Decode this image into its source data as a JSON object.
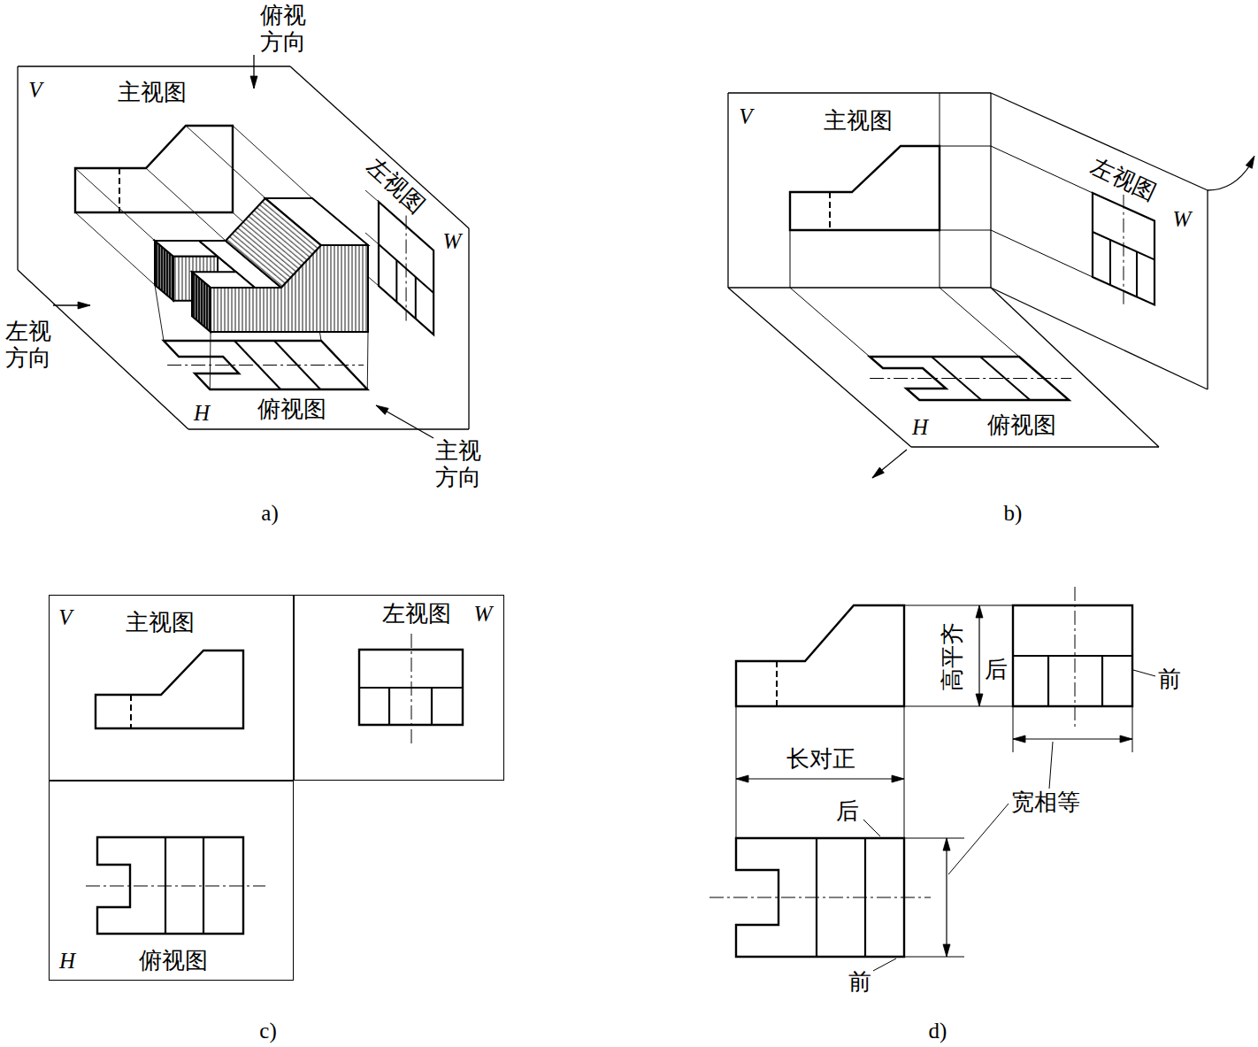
{
  "diagram": {
    "nodes": [
      {
        "text": [
          "V",
          "主视图"
        ]
      },
      {
        "text": [
          "左视图",
          "W"
        ]
      },
      {
        "text": [
          "H",
          "俯视图"
        ]
      }
    ],
    "labels": [
      "俯视 方向",
      "V",
      "主视图",
      "左视图",
      "W",
      "左视 方向",
      "H",
      "俯视图",
      "主视 方向",
      "a)",
      "V",
      "主视图",
      "左视图",
      "W",
      "H",
      "俯视图",
      "b)",
      "c)",
      "高平齐",
      "后",
      "前",
      "长对正",
      "后",
      "宽相等",
      "前",
      "d)"
    ]
  }
}
